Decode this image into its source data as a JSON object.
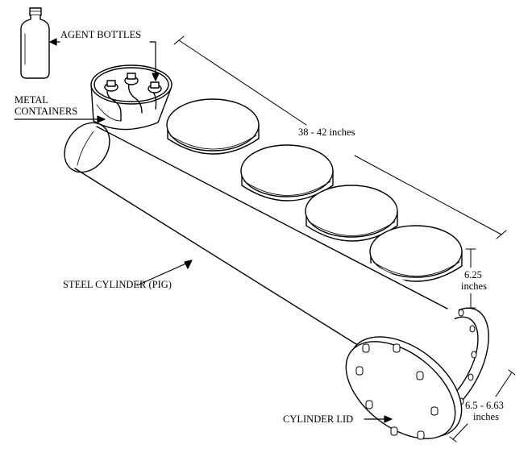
{
  "labels": {
    "agent_bottles": "AGENT BOTTLES",
    "metal_containers_line1": "METAL",
    "metal_containers_line2": "CONTAINERS",
    "steel_cylinder": "STEEL CYLINDER (PIG)",
    "cylinder_lid": "CYLINDER LID"
  },
  "dimensions": {
    "length": "38 - 42 inches",
    "height_value": "6.25",
    "height_unit": "inches",
    "diameter_value": "6.5 - 6.63",
    "diameter_unit": "inches"
  },
  "colors": {
    "stroke": "#000000",
    "background": "#ffffff"
  }
}
